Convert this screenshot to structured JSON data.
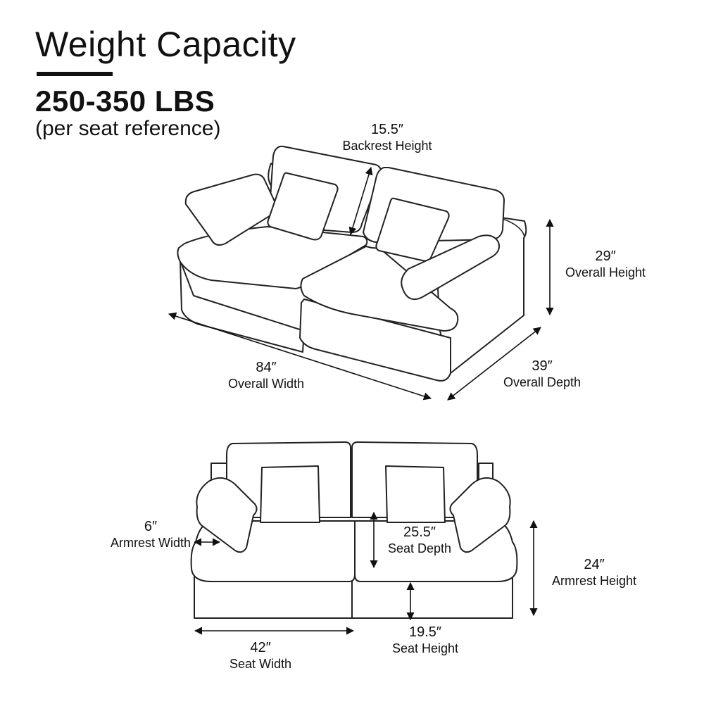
{
  "header": {
    "title": "Weight Capacity",
    "capacity": "250-350 LBS",
    "capacity_note": "(per seat reference)"
  },
  "dimensions": {
    "backrest_height": {
      "value": "15.5″",
      "label": "Backrest Height"
    },
    "overall_height": {
      "value": "29″",
      "label": "Overall  Height"
    },
    "overall_width": {
      "value": "84″",
      "label": "Overall Width"
    },
    "overall_depth": {
      "value": "39″",
      "label": "Overall Depth"
    },
    "armrest_width": {
      "value": "6″",
      "label": "Armrest Width"
    },
    "seat_depth": {
      "value": "25.5″",
      "label": "Seat Depth"
    },
    "armrest_height": {
      "value": "24″",
      "label": "Armrest  Height"
    },
    "seat_width": {
      "value": "42″",
      "label": "Seat Width"
    },
    "seat_height": {
      "value": "19.5″",
      "label": "Seat Height"
    }
  }
}
